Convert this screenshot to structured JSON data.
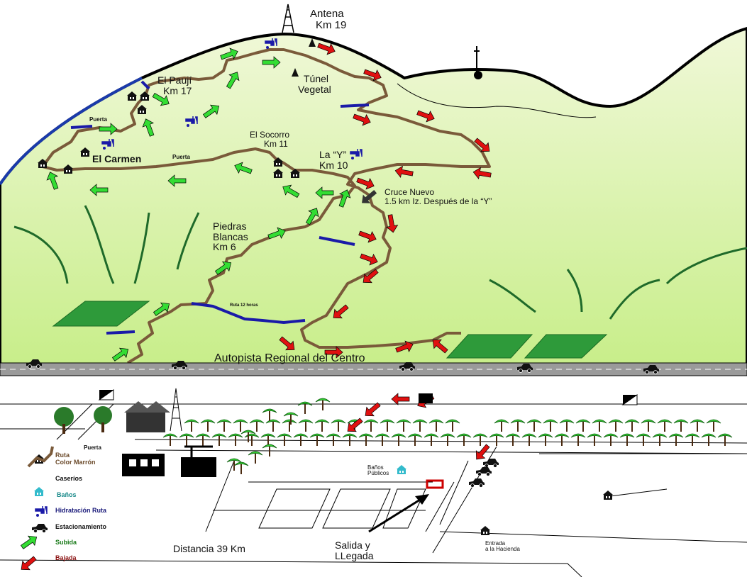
{
  "colors": {
    "route": "#7a5a3a",
    "hydration_route": "#1a1aa8",
    "hill": "#e9f7c0",
    "ascent": "#33dd33",
    "descent": "#e01010",
    "highway": "#8a8a8a"
  },
  "labels": {
    "antena": "Antena",
    "antena_km": "Km 19",
    "tunel": "Túnel",
    "tunel2": "Vegetal",
    "paují": "El Paují",
    "paují_km": "Km 17",
    "puerta1": "Puerta",
    "puerta2": "Puerta",
    "puerta3": "Puerta",
    "carmen": "El  Carmen",
    "socorro": "El  Socorro",
    "socorro_km": "Km  11",
    "la_y": "La “Y”",
    "la_y_km": "Km 10",
    "cruce": "Cruce Nuevo",
    "cruce2": "1.5 km Iz. Después de la “Y”",
    "piedras": "Piedras",
    "piedras2": "Blancas",
    "piedras_km": "Km 6",
    "ruta12": "Ruta 12 horas",
    "autopista": "Autopista  Regional  del Centro",
    "banos_publicos": "Baños",
    "banos_publicos2": "Públicos",
    "salida": "Salida y",
    "llegada": "LLegada",
    "entrada": "Entrada",
    "entrada2": "a la Hacienda",
    "distancia": "Distancia  39 Km"
  },
  "legend": [
    {
      "icon": "route-icon",
      "label": "Ruta",
      "label2": "Color Marrón",
      "color": "#6b4a2a"
    },
    {
      "icon": "house-icon",
      "label": "Caseríos",
      "color": "#111111"
    },
    {
      "icon": "bathroom-icon",
      "label": "Baños",
      "color": "#1a8a8a"
    },
    {
      "icon": "water-tap-icon",
      "label": "Hidratación  Ruta",
      "color": "#1a1a7a"
    },
    {
      "icon": "car-icon",
      "label": "Estacionamiento",
      "color": "#111111"
    },
    {
      "icon": "ascent-arrow-icon",
      "label": "Subida",
      "color": "#1a7a1a"
    },
    {
      "icon": "descent-arrow-icon",
      "label": "Bajada",
      "color": "#8a1010"
    }
  ]
}
